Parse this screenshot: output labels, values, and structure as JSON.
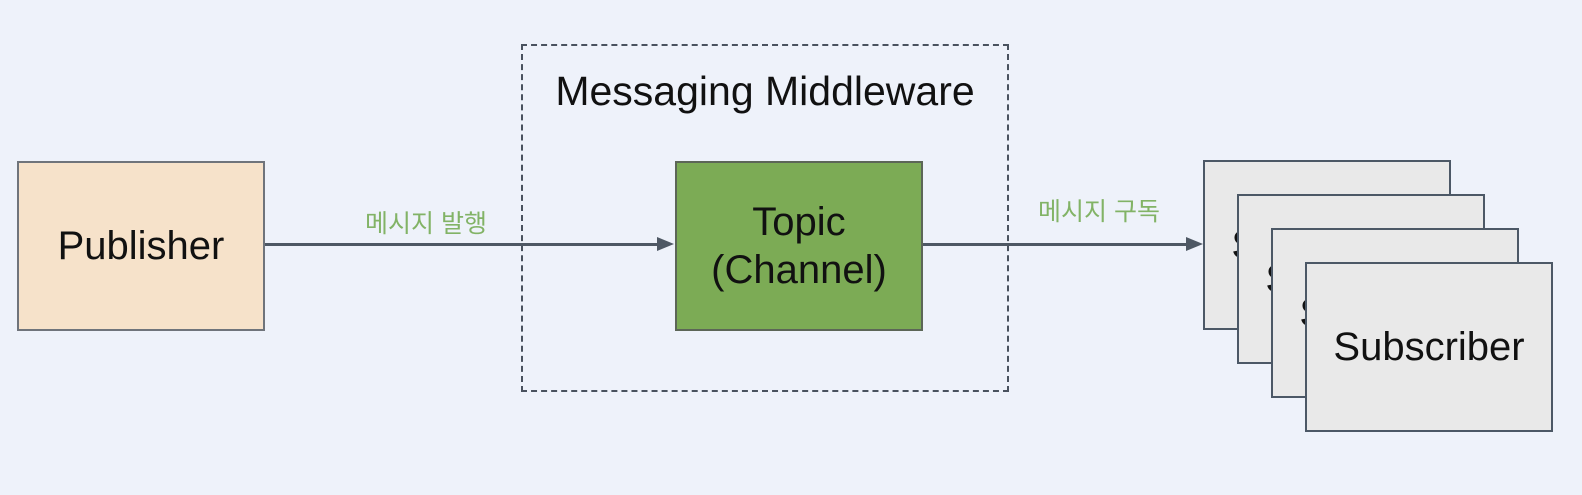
{
  "diagram": {
    "publisher": {
      "label": "Publisher"
    },
    "middleware": {
      "title": "Messaging Middleware"
    },
    "topic": {
      "line1": "Topic",
      "line2": "(Channel)"
    },
    "subscriber": {
      "label": "Subscriber",
      "count": 4
    },
    "flows": {
      "publish": {
        "label": "메시지 발행"
      },
      "subscribe": {
        "label": "메시지 구독"
      }
    },
    "colors": {
      "background": "#EEF2FA",
      "publisher_fill": "#F6E2CA",
      "publisher_border": "#6F747B",
      "topic_fill": "#7CAB55",
      "topic_border": "#5C6657",
      "subscriber_fill": "#E9E9E9",
      "subscriber_border": "#4C5866",
      "middleware_dashed_border": "#49525E",
      "arrow": "#4E5864",
      "flow_label_text": "#82B366",
      "node_text": "#111111"
    }
  }
}
